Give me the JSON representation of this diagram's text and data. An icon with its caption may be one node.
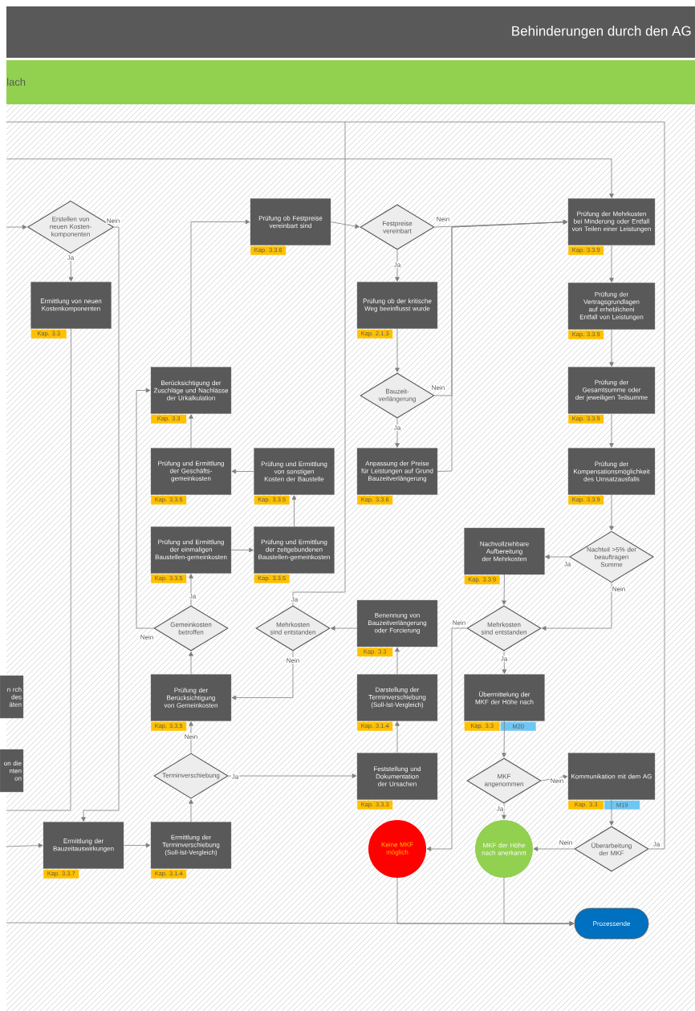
{
  "diagram": {
    "title": "Behinderungen durch den AG",
    "nodes": [
      {
        "text": [
          "Erstellen von neuen Kosten-komponenten"
        ]
      },
      {
        "text": [
          "Ermittlung von neuen Kostenkomponenten"
        ],
        "beside": [
          "Kap. 3.3"
        ]
      },
      {
        "text": [
          "Prüfung ob Festpreise vereinbart sind"
        ],
        "beside": [
          "Kap. 3.3.6"
        ]
      },
      {
        "text": [
          "Festpreise vereinbart"
        ]
      },
      {
        "text": [
          "Prüfung der Mehrkosten bei Minderung oder Entfall von Teilen einer Leistungen"
        ],
        "beside": [
          "Kap. 3.3.9"
        ]
      },
      {
        "text": [
          "Prüfung ob der kritische Weg beeinflusst wurde"
        ],
        "beside": [
          "Kap. 2.1.3"
        ]
      },
      {
        "text": [
          "Prüfung der Vertragsgrundlagen auf erheblicheni Entfall von Leistungen"
        ],
        "beside": [
          "Kap. 3.3.9"
        ]
      },
      {
        "text": [
          "Berücksichtigung der Zuschläge und Nachlässe der Urkalkulation"
        ],
        "beside": [
          "Kap. 3.3"
        ]
      },
      {
        "text": [
          "Bauzeit-verlängerung"
        ]
      },
      {
        "text": [
          "Prüfung der Gesamtsumme oder der jeweiligen Teilsumme"
        ],
        "beside": [
          "Kap. 3.3.9"
        ]
      },
      {
        "text": [
          "Prüfung und Ermittlung der Geschäfts-gemeinkosten"
        ],
        "beside": [
          "Kap. 3.3.5"
        ]
      },
      {
        "text": [
          "Prüfung und Ermittlung von sonstigen Kosten der Baustelle"
        ],
        "beside": [
          "Kap. 3.3.5"
        ]
      },
      {
        "text": [
          "Anpassung der Preise für Leistungen auf Grund Bauzeitverlängerung"
        ],
        "beside": [
          "Kap. 3.3.6"
        ]
      },
      {
        "text": [
          "Prüfung der Kompensationsmöglichkeit des Umsatzausfalls"
        ],
        "beside": [
          "Kap. 3.3.9"
        ]
      },
      {
        "text": [
          "Nachvollziehbare Aufbereitung der Mehrkosten"
        ],
        "beside": [
          "Kap. 3.3.9"
        ]
      },
      {
        "text": [
          "Nachteil >5% der beauftragen Summe"
        ]
      },
      {
        "text": [
          "Prüfung und Ermittlung der einmaligen Baustellen-gemeinkosten"
        ],
        "beside": [
          "Kap. 3.3.5"
        ]
      },
      {
        "text": [
          "Prüfung und Ermittlung der zeitgebundenen Baustellen-gemeinkosten"
        ],
        "beside": [
          "Kap. 3.3.5"
        ]
      },
      {
        "text": [
          "Benennung von Bauzeitverlängerung oder Forcierung"
        ],
        "beside": [
          "Kap. 3.3"
        ]
      },
      {
        "text": [
          "Gemeinkosten betroffen"
        ]
      },
      {
        "text": [
          "Mehrkosten sind entstanden"
        ]
      },
      {
        "text": [
          "Mehrkosten sind entstanden"
        ]
      },
      {
        "text": [
          "n rch des äten"
        ]
      },
      {
        "text": [
          "Prüfung der Berücksichtigung von Gemeinkosten"
        ],
        "beside": [
          "Kap. 3.3.5"
        ]
      },
      {
        "text": [
          "Darstellung der Terminverschiebung (Soll-Ist-Vergleich)"
        ],
        "beside": [
          "Kap. 3.1.4"
        ]
      },
      {
        "text": [
          "Übermittelung der MKF der Höhe nach"
        ],
        "beside": [
          "Kap. 3.3",
          "M20"
        ]
      },
      {
        "text": [
          "on die nten on"
        ]
      },
      {
        "text": [
          "Terminverschiebung"
        ]
      },
      {
        "text": [
          "Feststellung und Dokumentation der Ursachen"
        ],
        "beside": [
          "Kap. 3.3.3"
        ]
      },
      {
        "text": [
          "MKF angenommen"
        ]
      },
      {
        "text": [
          "Kommunikation mit dem AG"
        ],
        "beside": [
          "Kap. 3.3",
          "M19"
        ]
      },
      {
        "text": [
          "Ermittlung der Bauzeitauswirkungen"
        ],
        "beside": [
          "Kap. 3.3.7"
        ]
      },
      {
        "text": [
          "Ermittlung der Terminverschiebung (Soll-Ist-Vergleich)"
        ],
        "beside": [
          "Kap. 3.1.4"
        ]
      },
      {
        "text": [
          "Keine MKF möglich"
        ]
      },
      {
        "text": [
          "MKF der Höhe nach anerkannt"
        ]
      },
      {
        "text": [
          "Überarbeitung der MKF"
        ]
      },
      {
        "text": [
          "Prozessende"
        ]
      }
    ],
    "edges": [
      {
        "from": null,
        "to": 0,
        "arrow": "to"
      },
      {
        "from": 0,
        "to": 1,
        "arrow": "to",
        "label": "Ja"
      },
      {
        "from": 0,
        "to": 31,
        "arrow": "to",
        "label": "Nein"
      },
      {
        "from": 1,
        "to": null,
        "arrow": "none"
      },
      {
        "from": 7,
        "to": 2,
        "arrow": "to"
      },
      {
        "from": 2,
        "to": 3,
        "arrow": "to"
      },
      {
        "from": 3,
        "to": 5,
        "arrow": "to",
        "label": "Ja"
      },
      {
        "from": 3,
        "to": 4,
        "arrow": "to",
        "label": "Nein"
      },
      {
        "from": 5,
        "to": 8,
        "arrow": "to"
      },
      {
        "from": 8,
        "to": 4,
        "arrow": "to",
        "label": "Nein"
      },
      {
        "from": 8,
        "to": 12,
        "arrow": "to",
        "label": "Ja"
      },
      {
        "from": 12,
        "to": 4,
        "arrow": "to"
      },
      {
        "from": null,
        "to": 4,
        "arrow": "to"
      },
      {
        "from": 4,
        "to": 6,
        "arrow": "to"
      },
      {
        "from": 6,
        "to": 9,
        "arrow": "to"
      },
      {
        "from": 9,
        "to": 13,
        "arrow": "to"
      },
      {
        "from": 13,
        "to": 15,
        "arrow": "to"
      },
      {
        "from": 15,
        "to": 14,
        "arrow": "to",
        "label": "Ja"
      },
      {
        "from": 15,
        "to": 21,
        "arrow": "to",
        "label": "Nein"
      },
      {
        "from": 14,
        "to": 21,
        "arrow": "to"
      },
      {
        "from": 21,
        "to": 25,
        "arrow": "to",
        "label": "Ja"
      },
      {
        "from": 21,
        "to": 33,
        "arrow": "to",
        "label": "Nein"
      },
      {
        "from": 25,
        "to": 29,
        "arrow": "to"
      },
      {
        "from": 29,
        "to": 30,
        "arrow": "to",
        "label": "Nein"
      },
      {
        "from": 29,
        "to": 34,
        "arrow": "to",
        "label": "Ja"
      },
      {
        "from": 30,
        "to": 35,
        "arrow": "to"
      },
      {
        "from": 35,
        "to": 34,
        "arrow": "to",
        "label": "Nein"
      },
      {
        "from": 35,
        "to": null,
        "arrow": "none",
        "label": "Ja"
      },
      {
        "from": 33,
        "to": 36,
        "arrow": "to"
      },
      {
        "from": 34,
        "to": 36,
        "arrow": "to"
      },
      {
        "from": null,
        "to": 36,
        "arrow": "to"
      },
      {
        "from": null,
        "to": 31,
        "arrow": "to"
      },
      {
        "from": 31,
        "to": 32,
        "arrow": "to"
      },
      {
        "from": 32,
        "to": 27,
        "arrow": "to"
      },
      {
        "from": 27,
        "to": 23,
        "arrow": "to",
        "label": "Nein"
      },
      {
        "from": 27,
        "to": 28,
        "arrow": "to",
        "label": "Ja"
      },
      {
        "from": 28,
        "to": 24,
        "arrow": "to"
      },
      {
        "from": 24,
        "to": 18,
        "arrow": "to"
      },
      {
        "from": 18,
        "to": 20,
        "arrow": "to"
      },
      {
        "from": 20,
        "to": 23,
        "arrow": "to",
        "label": "Nein"
      },
      {
        "from": 20,
        "to": null,
        "arrow": "none",
        "label": "Ja"
      },
      {
        "from": 23,
        "to": 19,
        "arrow": "to"
      },
      {
        "from": 19,
        "to": 16,
        "arrow": "to",
        "label": "Ja"
      },
      {
        "from": 19,
        "to": 7,
        "arrow": "to",
        "label": "Nein"
      },
      {
        "from": 16,
        "to": 17,
        "arrow": "to"
      },
      {
        "from": 17,
        "to": 11,
        "arrow": "to"
      },
      {
        "from": 11,
        "to": 10,
        "arrow": "to"
      },
      {
        "from": 10,
        "to": 7,
        "arrow": "to"
      }
    ],
    "labels": [
      "lach"
    ]
  }
}
